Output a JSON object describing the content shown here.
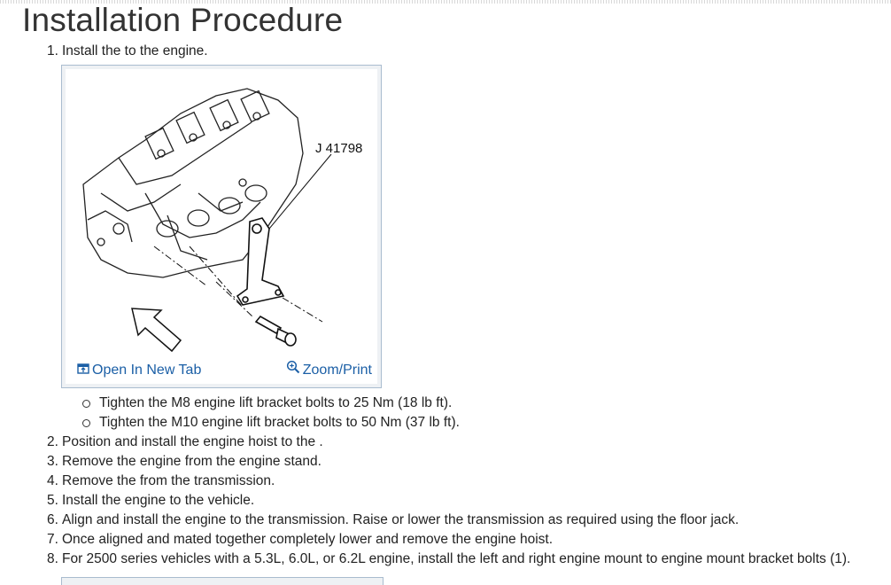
{
  "title": "Installation Procedure",
  "steps": [
    {
      "num": "1.",
      "text": "Install the to the engine."
    },
    {
      "num": "2.",
      "text": "Position and install the engine hoist to the ."
    },
    {
      "num": "3.",
      "text": "Remove the engine from the engine stand."
    },
    {
      "num": "4.",
      "text": "Remove the from the transmission."
    },
    {
      "num": "5.",
      "text": "Install the engine to the vehicle."
    },
    {
      "num": "6.",
      "text": "Align and install the engine to the transmission. Raise or lower the transmission as required using the floor jack."
    },
    {
      "num": "7.",
      "text": "Once aligned and mated together completely lower and remove the engine hoist."
    },
    {
      "num": "8.",
      "text": "For 2500 series vehicles with a 5.3L, 6.0L, or 6.2L engine, install the left and right engine mount to engine mount bracket bolts (1)."
    }
  ],
  "figure": {
    "callout": "J 41798",
    "open_tab_label": "Open In New Tab",
    "zoom_label": "Zoom/Print",
    "open_tab_icon": "open-new-tab-icon",
    "zoom_icon": "zoom-icon"
  },
  "substeps": [
    "Tighten the M8 engine lift bracket bolts to 25 Nm (18 lb ft).",
    "Tighten the M10 engine lift bracket bolts to 50 Nm (37 lb ft)."
  ],
  "colors": {
    "link": "#1b5fa6",
    "figure_border": "#a9bccf"
  }
}
